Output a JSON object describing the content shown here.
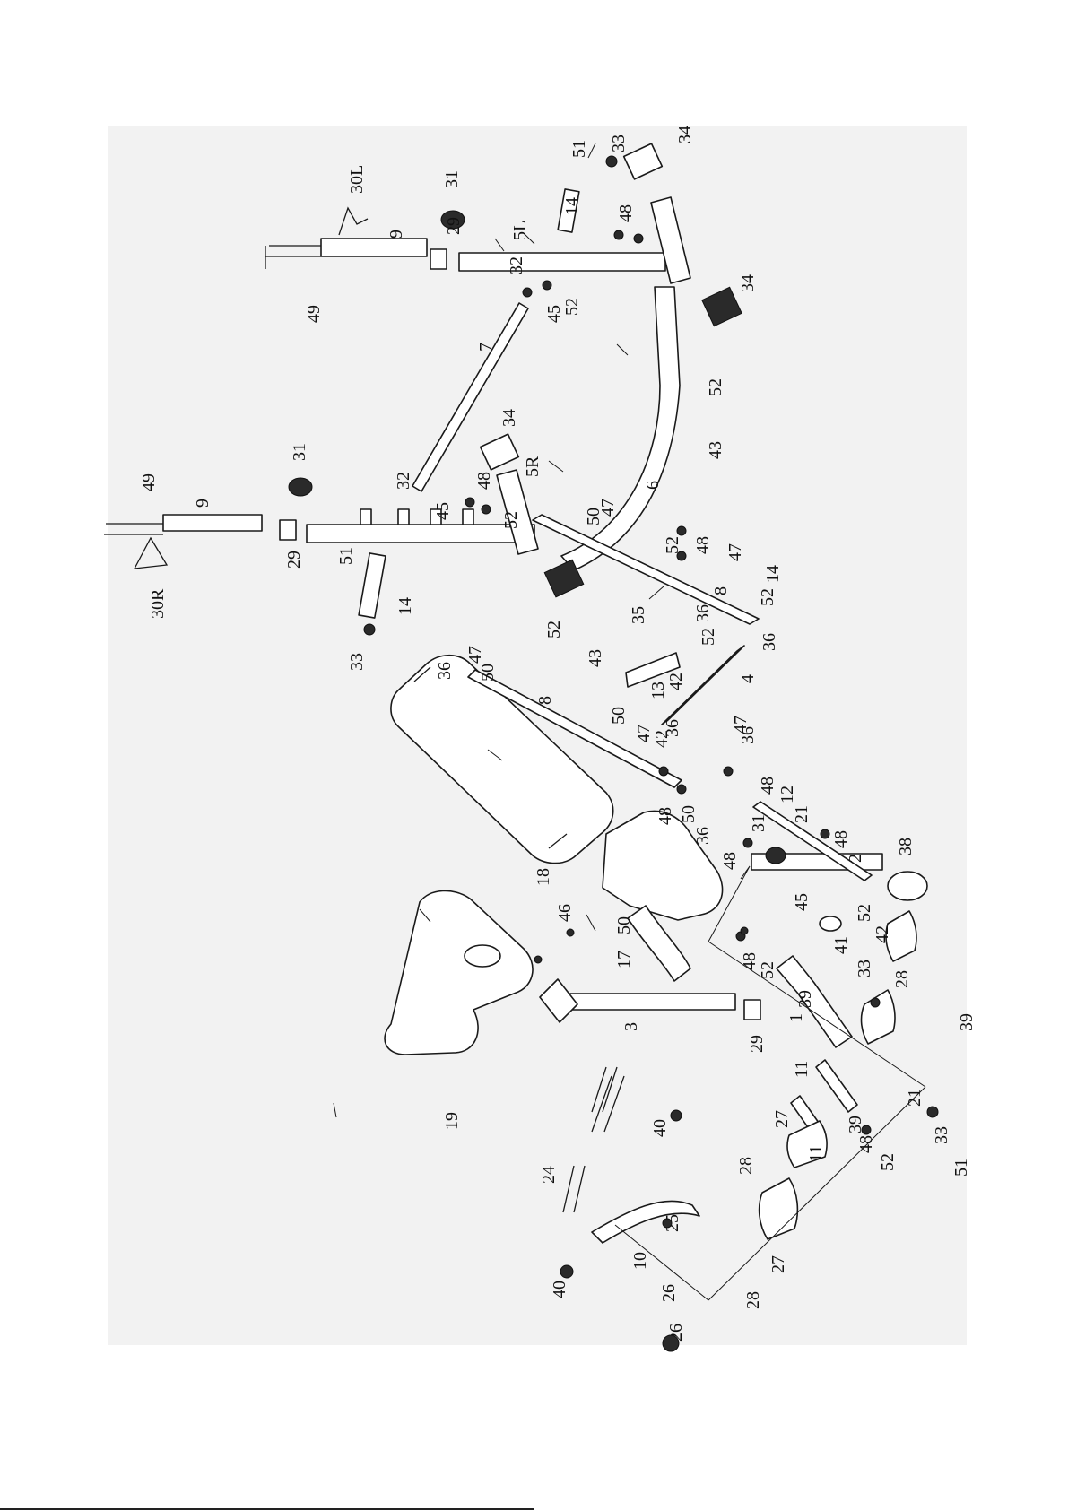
{
  "diagram": {
    "background_color": "#f2f2f2",
    "line_color": "#1a1a1a",
    "parts": [
      "1",
      "2",
      "3",
      "4",
      "5L",
      "5R",
      "6",
      "7",
      "8",
      "8",
      "9",
      "9",
      "10",
      "11",
      "11",
      "12",
      "13",
      "14",
      "14",
      "17",
      "18",
      "19",
      "21",
      "21",
      "24",
      "25",
      "26",
      "26",
      "27",
      "27",
      "28",
      "28",
      "29",
      "29",
      "29",
      "30L",
      "30R",
      "31",
      "31",
      "31",
      "32",
      "32",
      "33",
      "33",
      "33",
      "33",
      "34",
      "34",
      "34",
      "35",
      "36",
      "36",
      "36",
      "36",
      "36",
      "38",
      "39",
      "39",
      "40",
      "40",
      "41",
      "42",
      "42",
      "42",
      "43",
      "43",
      "43",
      "45",
      "45",
      "45",
      "46",
      "47",
      "47",
      "47",
      "47",
      "47",
      "48",
      "48",
      "48",
      "48",
      "48",
      "48",
      "48",
      "48",
      "48",
      "49",
      "49",
      "50",
      "50",
      "50",
      "50",
      "50",
      "51",
      "51",
      "51",
      "52",
      "52",
      "52",
      "52",
      "52",
      "52",
      "52",
      "52",
      "52"
    ]
  }
}
